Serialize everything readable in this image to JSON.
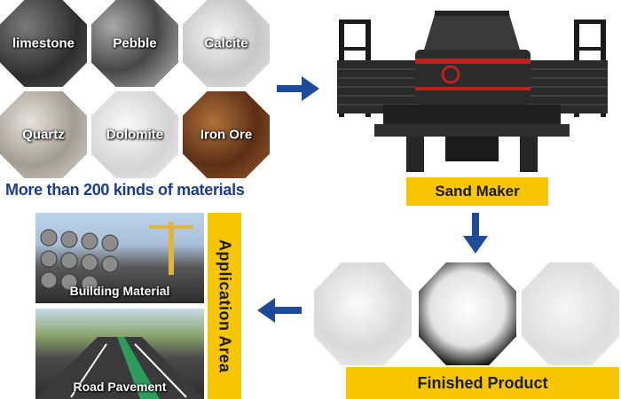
{
  "materials": {
    "items": [
      {
        "label": "limestone"
      },
      {
        "label": "Pebble"
      },
      {
        "label": "Calcite"
      },
      {
        "label": "Quartz"
      },
      {
        "label": "Dolomite"
      },
      {
        "label": "Iron Ore"
      }
    ],
    "caption": "More than 200 kinds of materials",
    "caption_color": "#1a3d8f"
  },
  "machine": {
    "label": "Sand Maker"
  },
  "product": {
    "label": "Finished Product"
  },
  "application": {
    "title": "Application Area",
    "items": [
      {
        "label": "Building Material"
      },
      {
        "label": "Road Pavement"
      }
    ]
  },
  "colors": {
    "accent": "#f7c600",
    "arrow": "#1e4a9a"
  }
}
